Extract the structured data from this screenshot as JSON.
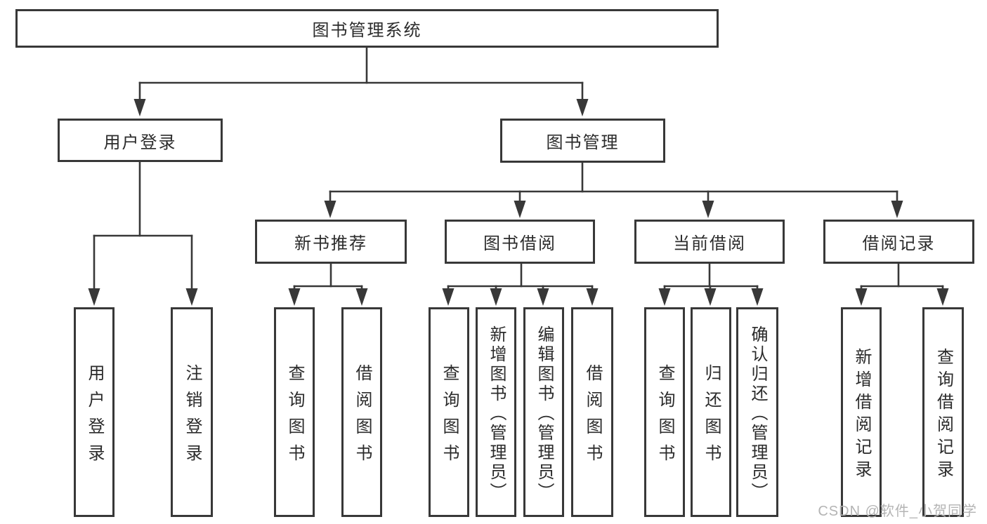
{
  "diagram": {
    "watermark": "CSDN @软件_小贺同学",
    "colors": {
      "line": "#383838",
      "box_border": "#383838",
      "text": "#2b2b2b",
      "watermark": "#b4b4b4",
      "background": "#ffffff"
    },
    "tree": {
      "label": "图书管理系统",
      "children": [
        {
          "label": "用户登录",
          "children": [
            {
              "label": "用户登录"
            },
            {
              "label": "注销登录"
            }
          ]
        },
        {
          "label": "图书管理",
          "children": [
            {
              "label": "新书推荐",
              "children": [
                {
                  "label": "查询图书"
                },
                {
                  "label": "借阅图书"
                }
              ]
            },
            {
              "label": "图书借阅",
              "children": [
                {
                  "label": "查询图书"
                },
                {
                  "label": "新增图书（管理员）"
                },
                {
                  "label": "编辑图书（管理员）"
                },
                {
                  "label": "借阅图书"
                }
              ]
            },
            {
              "label": "当前借阅",
              "children": [
                {
                  "label": "查询图书"
                },
                {
                  "label": "归还图书"
                },
                {
                  "label": "确认归还（管理员）"
                }
              ]
            },
            {
              "label": "借阅记录",
              "children": [
                {
                  "label": "新增借阅记录"
                },
                {
                  "label": "查询借阅记录"
                }
              ]
            }
          ]
        }
      ]
    }
  }
}
